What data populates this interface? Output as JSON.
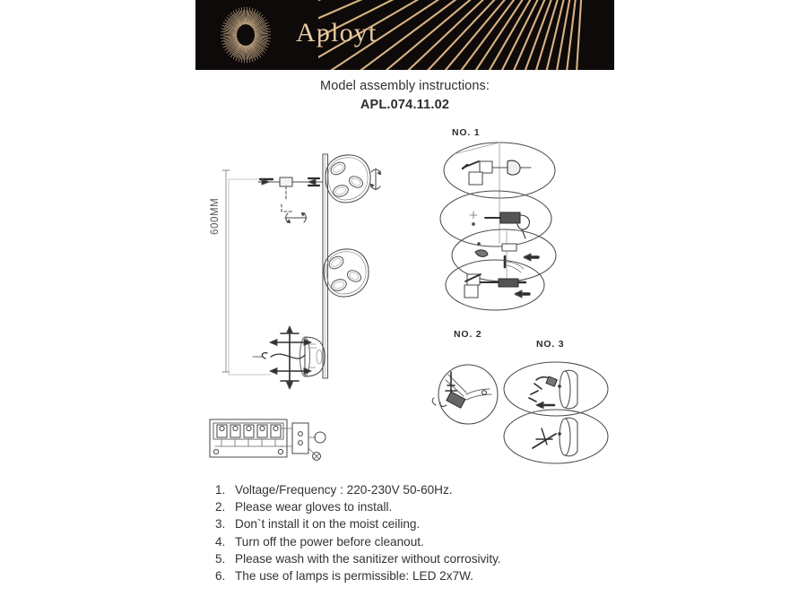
{
  "header": {
    "brand": "Aployt",
    "logo_icon": "sunburst-logo-icon",
    "rays_icon": "radial-rays-icon",
    "background_color": "#0d0a09",
    "gold_color": "#e8c9a0"
  },
  "title": {
    "line1": "Model assembly instructions:",
    "model_code": "APL.074.11.02"
  },
  "product_diagram": {
    "dimension_label": "600MM",
    "description": "Wall-mounted bar with two pebble-shaped lamp heads, mounting base and rotation arrows",
    "lamp_head_count": 2
  },
  "steps": [
    {
      "label": "NO. 1",
      "panels": 4,
      "shape": "ellipse"
    },
    {
      "label": "NO. 2",
      "panels": 1,
      "shape": "circle"
    },
    {
      "label": "NO. 3",
      "panels": 2,
      "shape": "ellipse"
    }
  ],
  "terminal_block": {
    "terminal_count": 5,
    "description": "Terminal block with connector module and wiring"
  },
  "notes": [
    {
      "num": "1.",
      "text": "Voltage/Frequency : 220-230V 50-60Hz."
    },
    {
      "num": "2.",
      "text": "Please wear gloves to install."
    },
    {
      "num": "3.",
      "text": "Don`t install it on the moist ceiling."
    },
    {
      "num": "4.",
      "text": "Turn off the power before cleanout."
    },
    {
      "num": "5.",
      "text": "Please wash with the sanitizer without corrosivity."
    },
    {
      "num": "6.",
      "text": "The use of lamps is permissible: LED 2x7W."
    }
  ]
}
